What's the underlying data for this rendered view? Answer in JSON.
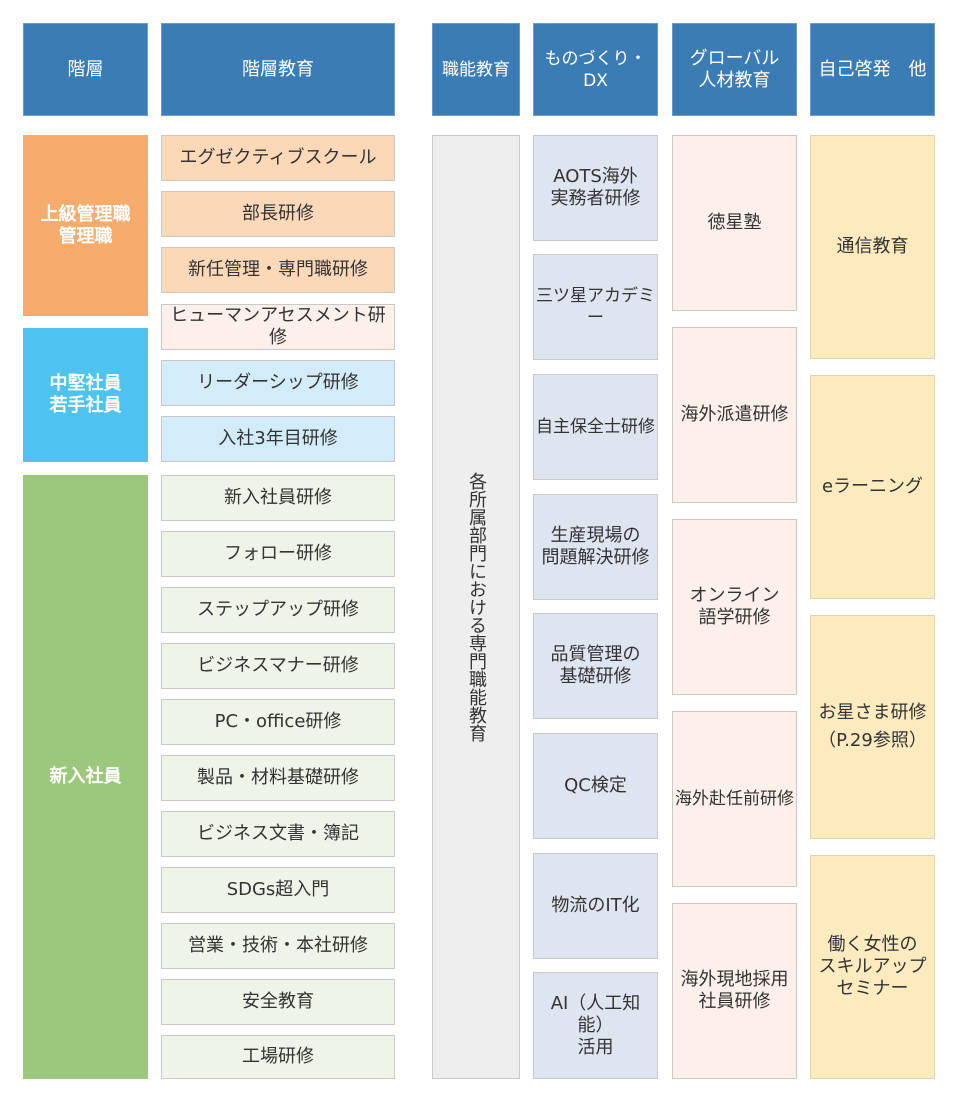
{
  "headers": {
    "hierarchy": "階層",
    "hierarchy_education": "階層教育",
    "skill_education": "職能教育",
    "monozukuri_dx": "ものづくり・DX",
    "global": "グローバル\n人材教育",
    "self_development": "自己啓発　他"
  },
  "levels": {
    "senior": "上級管理職\n管理職",
    "mid": "中堅社員\n若手社員",
    "new": "新入社員"
  },
  "hierarchy_courses": [
    "エグゼクティブスクール",
    "部長研修",
    "新任管理・専門職研修",
    "ヒューマンアセスメント研修",
    "リーダーシップ研修",
    "入社3年目研修",
    "新入社員研修",
    "フォロー研修",
    "ステップアップ研修",
    "ビジネスマナー研修",
    "PC・office研修",
    "製品・材料基礎研修",
    "ビジネス文書・簿記",
    "SDGs超入門",
    "営業・技術・本社研修",
    "安全教育",
    "工場研修"
  ],
  "skill_course": "各所属部門における専門職能教育",
  "monozukuri_courses": [
    "AOTS海外\n実務者研修",
    "三ツ星アカデミー",
    "自主保全士研修",
    "生産現場の\n問題解決研修",
    "品質管理の\n基礎研修",
    "QC検定",
    "物流のIT化",
    "AI（人工知能）\n活用"
  ],
  "global_courses": [
    "徳星塾",
    "海外派遣研修",
    "オンライン\n語学研修",
    "海外赴任前研修",
    "海外現地採用\n社員研修"
  ],
  "self_courses": [
    "通信教育",
    "eラーニング",
    "お星さま研修\n（P.29参照）",
    "働く女性の\nスキルアップ\nセミナー"
  ],
  "colors": {
    "header": "#3b7cb5",
    "senior": "#f5ac6c",
    "mid": "#4fc3ef",
    "new": "#9bc87c"
  }
}
